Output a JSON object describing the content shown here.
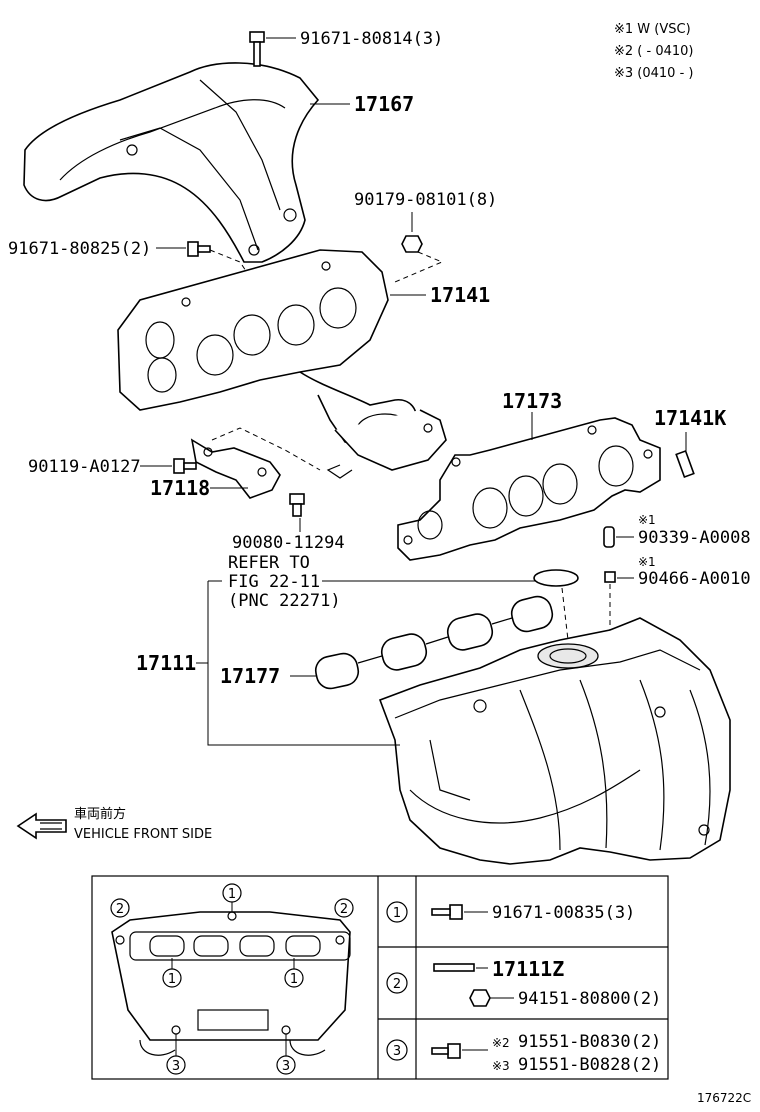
{
  "notes": {
    "n1": "※1 W (VSC)",
    "n2": "※2 (         - 0410)",
    "n3": "※3 (0410 -         )"
  },
  "labels": {
    "bolt_top": "91671-80814(3)",
    "heat_insulator": "17167",
    "nut_8": "90179-08101(8)",
    "bolt_side": "91671-80825(2)",
    "exhaust_manifold": "17141",
    "gasket_exhaust": "17173",
    "stud": "17141K",
    "bolt_bracket": "90119-A0127",
    "bracket": "17118",
    "bolt_small": "90080-11294",
    "refer_line1": "REFER TO",
    "refer_line2": "FIG 22-11",
    "refer_line3": "(PNC 22271)",
    "plug_mark": "※1",
    "plug": "90339-A0008",
    "plug2_mark": "※1",
    "plug2": "90466-A0010",
    "intake_manifold": "17111",
    "intake_gasket": "17177",
    "front_jp": "車両前方",
    "front_en": "VEHICLE FRONT SIDE",
    "fig_code": "176722C"
  },
  "table": {
    "rows": [
      {
        "num": "1",
        "line1": "91671-00835(3)"
      },
      {
        "num": "2",
        "line1": "17111Z",
        "line2": "94151-80800(2)"
      },
      {
        "num": "3",
        "mark1": "※2",
        "line1": "91551-B0830(2)",
        "mark2": "※3",
        "line2": "91551-B0828(2)"
      }
    ],
    "view_markers": [
      "1",
      "2",
      "2",
      "1",
      "1",
      "3",
      "3"
    ]
  }
}
